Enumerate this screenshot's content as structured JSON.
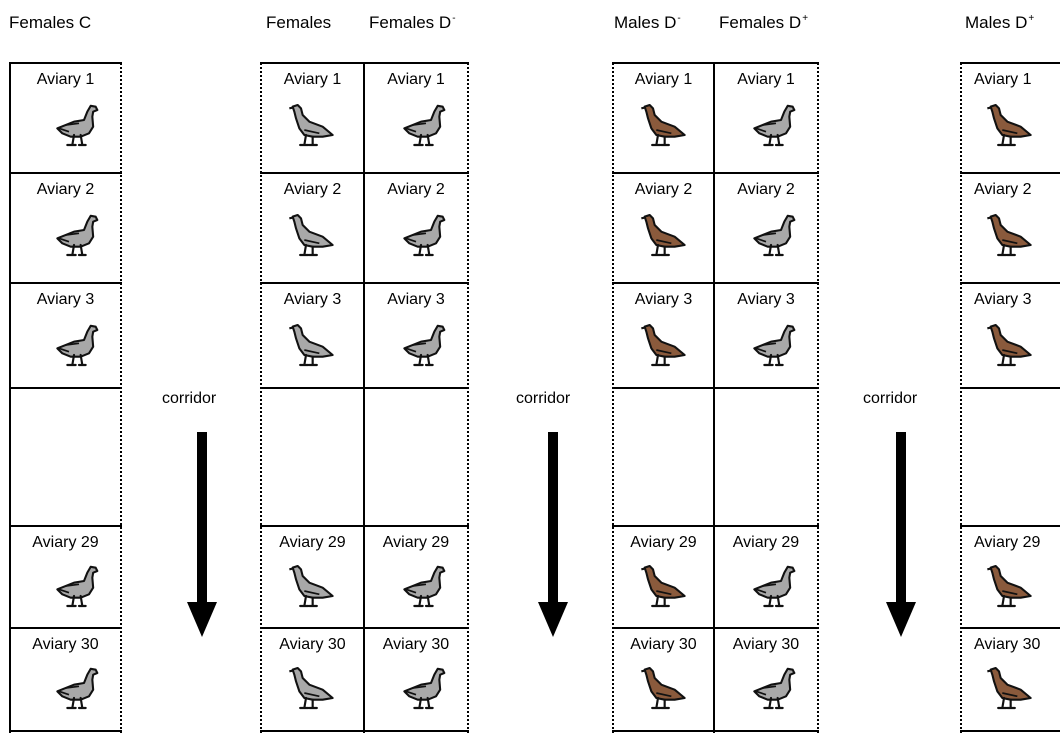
{
  "headers": {
    "g1_female_c": {
      "text": "Females C",
      "sup": ""
    },
    "g2_females": {
      "text": "Females",
      "sup": ""
    },
    "g2_females_d_minus": {
      "text": "Females D",
      "sup": "-"
    },
    "g3_males_d_minus": {
      "text": "Males D",
      "sup": "-"
    },
    "g3_females_d_plus": {
      "text": "Females D",
      "sup": "+"
    },
    "g4_males_d_plus": {
      "text": "Males D",
      "sup": "+"
    }
  },
  "corridor_label": "corridor",
  "aviaries": [
    "Aviary 1",
    "Aviary 2",
    "Aviary 3",
    "Aviary 29",
    "Aviary 30"
  ],
  "colors": {
    "line": "#000000",
    "bird_gray": "#a8a8a8",
    "bird_brown": "#8a5a3c",
    "bird_outline": "#111111"
  },
  "icons": {
    "upright_bird": "upright-bird-icon",
    "crouched_bird": "crouched-bird-icon",
    "arrow": "down-arrow-icon"
  }
}
